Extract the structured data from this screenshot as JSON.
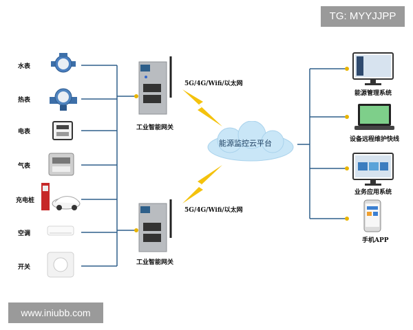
{
  "meters": [
    {
      "label": "水表",
      "icon": "water-meter-icon"
    },
    {
      "label": "热表",
      "icon": "heat-meter-icon"
    },
    {
      "label": "电表",
      "icon": "electric-meter-icon"
    },
    {
      "label": "气表",
      "icon": "gas-meter-icon"
    },
    {
      "label": "充电桩",
      "icon": "charging-pile-icon"
    },
    {
      "label": "空调",
      "icon": "air-conditioner-icon"
    },
    {
      "label": "开关",
      "icon": "switch-icon"
    }
  ],
  "gateways": [
    {
      "label": "工业智能网关",
      "link_label": "5G/4G/Wifi/以太网"
    },
    {
      "label": "工业智能网关",
      "link_label": "5G/4G/Wifi/以太网"
    }
  ],
  "cloud": {
    "label": "能源监控云平台"
  },
  "systems": [
    {
      "label": "能源管理系统",
      "icon": "desktop-monitor-icon"
    },
    {
      "label": "设备远程维护快线",
      "icon": "laptop-icon"
    },
    {
      "label": "业务应用系统",
      "icon": "desktop-monitor-icon"
    },
    {
      "label": "手机APP",
      "icon": "smartphone-icon"
    }
  ],
  "watermarks": {
    "top": "TG: MYYJJPP",
    "bottom": "www.iniubb.com"
  },
  "colors": {
    "line": "#2e5f8a",
    "cloud": "#c9e6f7",
    "bolt": "#f4c20d"
  }
}
